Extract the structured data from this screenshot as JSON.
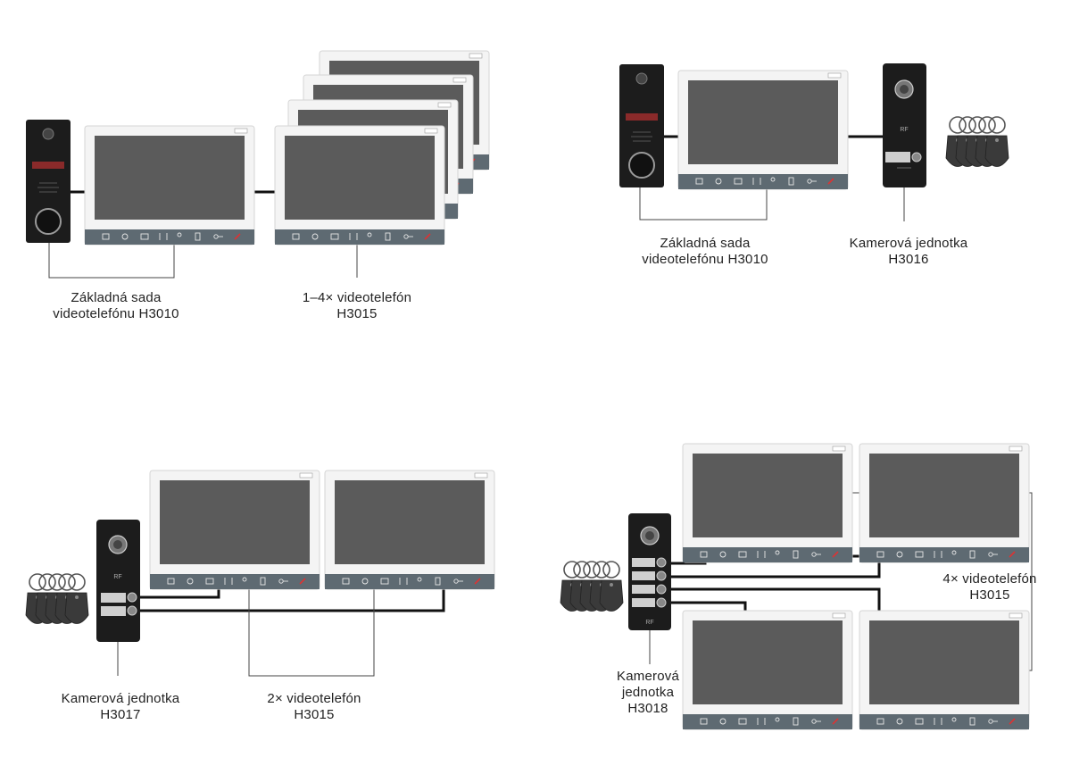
{
  "panels": [
    {
      "id": "top-left",
      "labels": [
        {
          "name": "base-set-label",
          "lines": [
            "Základná sada",
            "videotelefónu H3010"
          ]
        },
        {
          "name": "monitors-label",
          "lines": [
            "1–4× videotelefón",
            "H3015"
          ]
        }
      ]
    },
    {
      "id": "top-right",
      "labels": [
        {
          "name": "base-set-label",
          "lines": [
            "Základná sada",
            "videotelefónu  H3010"
          ]
        },
        {
          "name": "camera-label",
          "lines": [
            "Kamerová jednotka",
            "H3016"
          ]
        }
      ]
    },
    {
      "id": "bottom-left",
      "labels": [
        {
          "name": "camera-label",
          "lines": [
            "Kamerová jednotka",
            "H3017"
          ]
        },
        {
          "name": "monitors-label",
          "lines": [
            "2× videotelefón",
            "H3015"
          ]
        }
      ]
    },
    {
      "id": "bottom-right",
      "labels": [
        {
          "name": "camera-label",
          "lines": [
            "Kamerová",
            "jednotka",
            "H3018"
          ]
        },
        {
          "name": "monitors-label",
          "lines": [
            "4× videotelefón",
            "H3015"
          ]
        }
      ]
    }
  ],
  "colors": {
    "monitor_frame": "#f4f4f4",
    "monitor_screen": "#5b5b5b",
    "monitor_button_bar": "#5e6a72",
    "door_station": "#1c1c1c",
    "key_fob": "#3a3a3a",
    "wire": "#111111",
    "leader_line": "#444444"
  },
  "icons": {
    "monitor_buttons": [
      "menu-icon",
      "settings-icon",
      "camera-icon",
      "intercom-icon",
      "user-icon",
      "door-icon",
      "key-icon",
      "hangup-icon"
    ],
    "brand_badge": "brand-logo"
  }
}
